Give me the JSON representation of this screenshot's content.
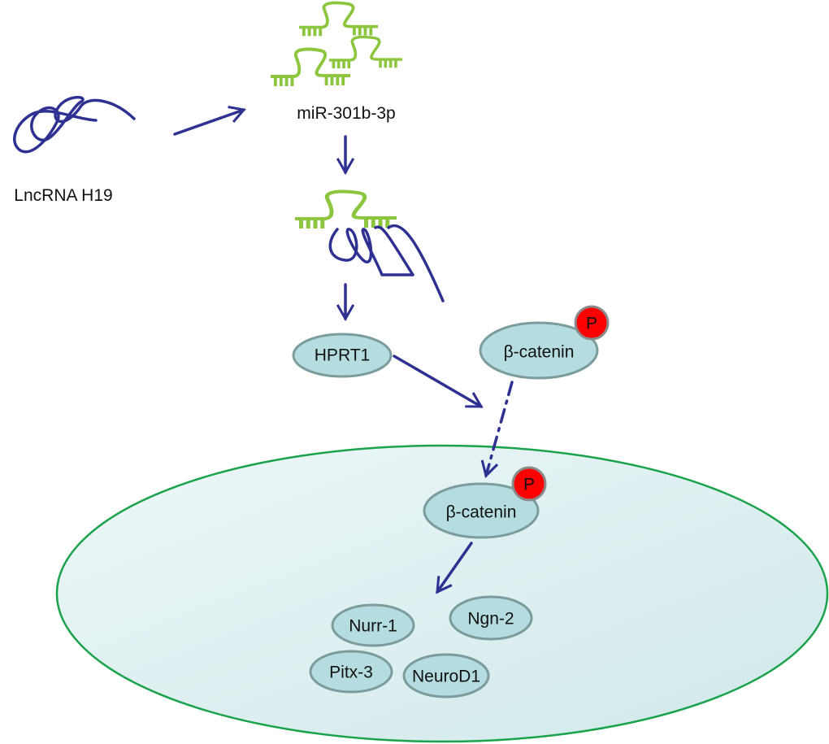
{
  "labels": {
    "lncrna": "LncRNA H19",
    "mirna": "miR-301b-3p"
  },
  "proteins": {
    "hprt1": "HPRT1",
    "beta_catenin_cytoplasm": "β-catenin",
    "beta_catenin_nucleus": "β-catenin",
    "phospho": "P",
    "nurr1": "Nurr-1",
    "ngn2": "Ngn-2",
    "pitx3": "Pitx-3",
    "neurod1": "NeuroD1"
  },
  "colors": {
    "arrow": "#2e3192",
    "mirna": "#8cc63f",
    "protein_fill": "#b5dde0",
    "phosphate": "#ff0000",
    "nucleus_border": "#1aa34a"
  }
}
